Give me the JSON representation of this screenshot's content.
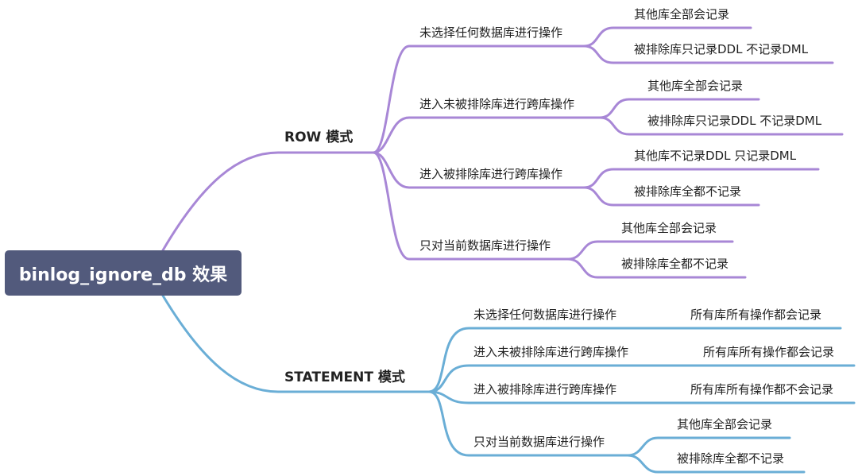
{
  "root": {
    "title": "binlog_ignore_db 效果"
  },
  "colors": {
    "root_bg": "#525a7c",
    "row": "#a887d6",
    "statement": "#6aaed6"
  },
  "row": {
    "label": "ROW 模式",
    "cases": [
      {
        "label": "未选择任何数据库进行操作",
        "results": [
          "其他库全部会记录",
          "被排除库只记录DDL 不记录DML"
        ]
      },
      {
        "label": "进入未被排除库进行跨库操作",
        "results": [
          "其他库全部会记录",
          "被排除库只记录DDL 不记录DML"
        ]
      },
      {
        "label": "进入被排除库进行跨库操作",
        "results": [
          "其他库不记录DDL 只记录DML",
          "被排除库全都不记录"
        ]
      },
      {
        "label": "只对当前数据库进行操作",
        "results": [
          "其他库全部会记录",
          "被排除库全都不记录"
        ]
      }
    ]
  },
  "statement": {
    "label": "STATEMENT 模式",
    "cases": [
      {
        "label": "未选择任何数据库进行操作",
        "results": [
          "所有库所有操作都会记录"
        ]
      },
      {
        "label": "进入未被排除库进行跨库操作",
        "results": [
          "所有库所有操作都会记录"
        ]
      },
      {
        "label": "进入被排除库进行跨库操作",
        "results": [
          "所有库所有操作都不会记录"
        ]
      },
      {
        "label": "只对当前数据库进行操作",
        "results": [
          "其他库全部会记录",
          "被排除库全都不记录"
        ]
      }
    ]
  }
}
